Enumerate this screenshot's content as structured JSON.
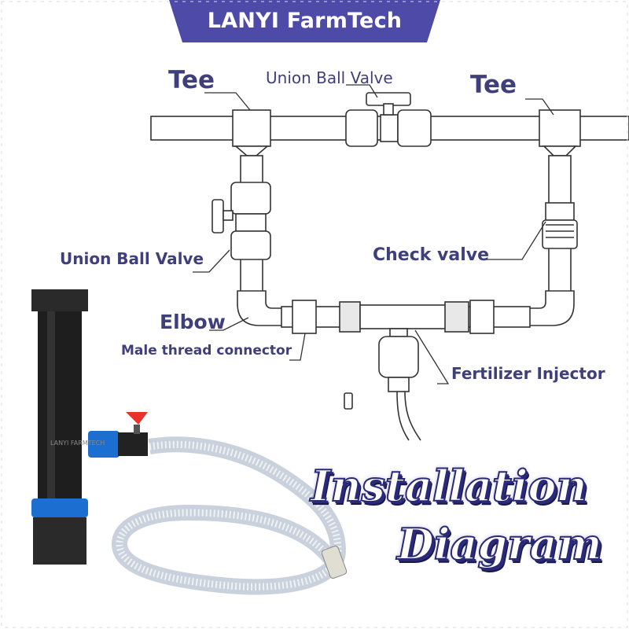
{
  "brand": {
    "name": "LANYI FarmTech",
    "color": "#4d4aa8"
  },
  "labels": {
    "tee_left": "Tee",
    "tee_right": "Tee",
    "union_ball_valve_top": "Union Ball Valve",
    "union_ball_valve_left": "Union Ball Valve",
    "check_valve": "Check valve",
    "elbow": "Elbow",
    "male_thread_connector": "Male thread connector",
    "fertilizer_injector": "Fertilizer Injector"
  },
  "title": {
    "line1": "Installation",
    "line2": "Diagram"
  },
  "product_watermark": "LANYI FARMTECH",
  "colors": {
    "label_text": "#3f3f7c",
    "title_outline": "#2a2a78",
    "fitting_blue": "#1c6fd0",
    "valve_red": "#e8322c",
    "injector_body": "#1e1e1e"
  }
}
